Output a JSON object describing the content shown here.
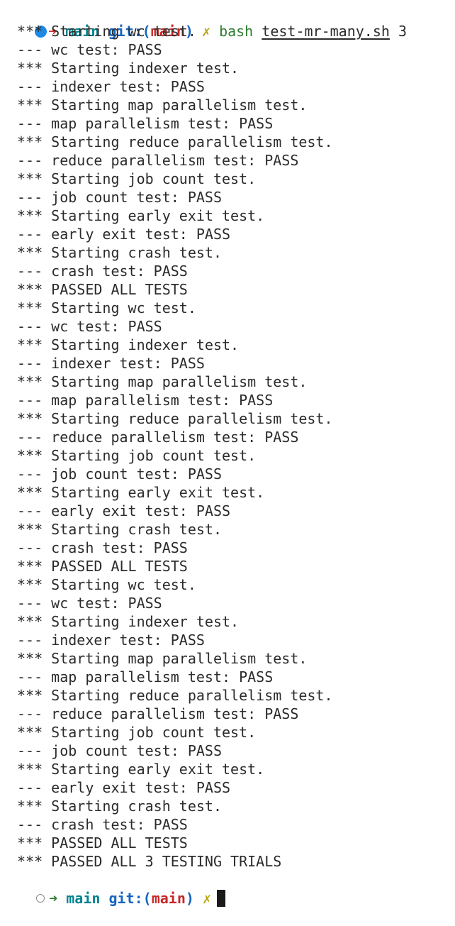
{
  "prompt": {
    "arrow": "➜",
    "directory": "main",
    "git_prefix": "git:",
    "paren_open": "(",
    "branch": "main",
    "paren_close": ")",
    "dirty_marker": "✗",
    "command": "bash",
    "script_file": "test-mr-many.sh",
    "script_arg": "3"
  },
  "output_lines": [
    "*** Starting wc test.",
    "--- wc test: PASS",
    "*** Starting indexer test.",
    "--- indexer test: PASS",
    "*** Starting map parallelism test.",
    "--- map parallelism test: PASS",
    "*** Starting reduce parallelism test.",
    "--- reduce parallelism test: PASS",
    "*** Starting job count test.",
    "--- job count test: PASS",
    "*** Starting early exit test.",
    "--- early exit test: PASS",
    "*** Starting crash test.",
    "--- crash test: PASS",
    "*** PASSED ALL TESTS",
    "*** Starting wc test.",
    "--- wc test: PASS",
    "*** Starting indexer test.",
    "--- indexer test: PASS",
    "*** Starting map parallelism test.",
    "--- map parallelism test: PASS",
    "*** Starting reduce parallelism test.",
    "--- reduce parallelism test: PASS",
    "*** Starting job count test.",
    "--- job count test: PASS",
    "*** Starting early exit test.",
    "--- early exit test: PASS",
    "*** Starting crash test.",
    "--- crash test: PASS",
    "*** PASSED ALL TESTS",
    "*** Starting wc test.",
    "--- wc test: PASS",
    "*** Starting indexer test.",
    "--- indexer test: PASS",
    "*** Starting map parallelism test.",
    "--- map parallelism test: PASS",
    "*** Starting reduce parallelism test.",
    "--- reduce parallelism test: PASS",
    "*** Starting job count test.",
    "--- job count test: PASS",
    "*** Starting early exit test.",
    "--- early exit test: PASS",
    "*** Starting crash test.",
    "--- crash test: PASS",
    "*** PASSED ALL TESTS",
    "*** PASSED ALL 3 TESTING TRIALS"
  ],
  "colors": {
    "previous_status": "#1e88e5",
    "arrow_failed": "#d32f2f",
    "arrow_ok": "#2e7d32",
    "directory": "#00838f",
    "git": "#1565c0",
    "branch": "#c62828",
    "dirty": "#b9a40e",
    "command": "#2e7d32"
  }
}
